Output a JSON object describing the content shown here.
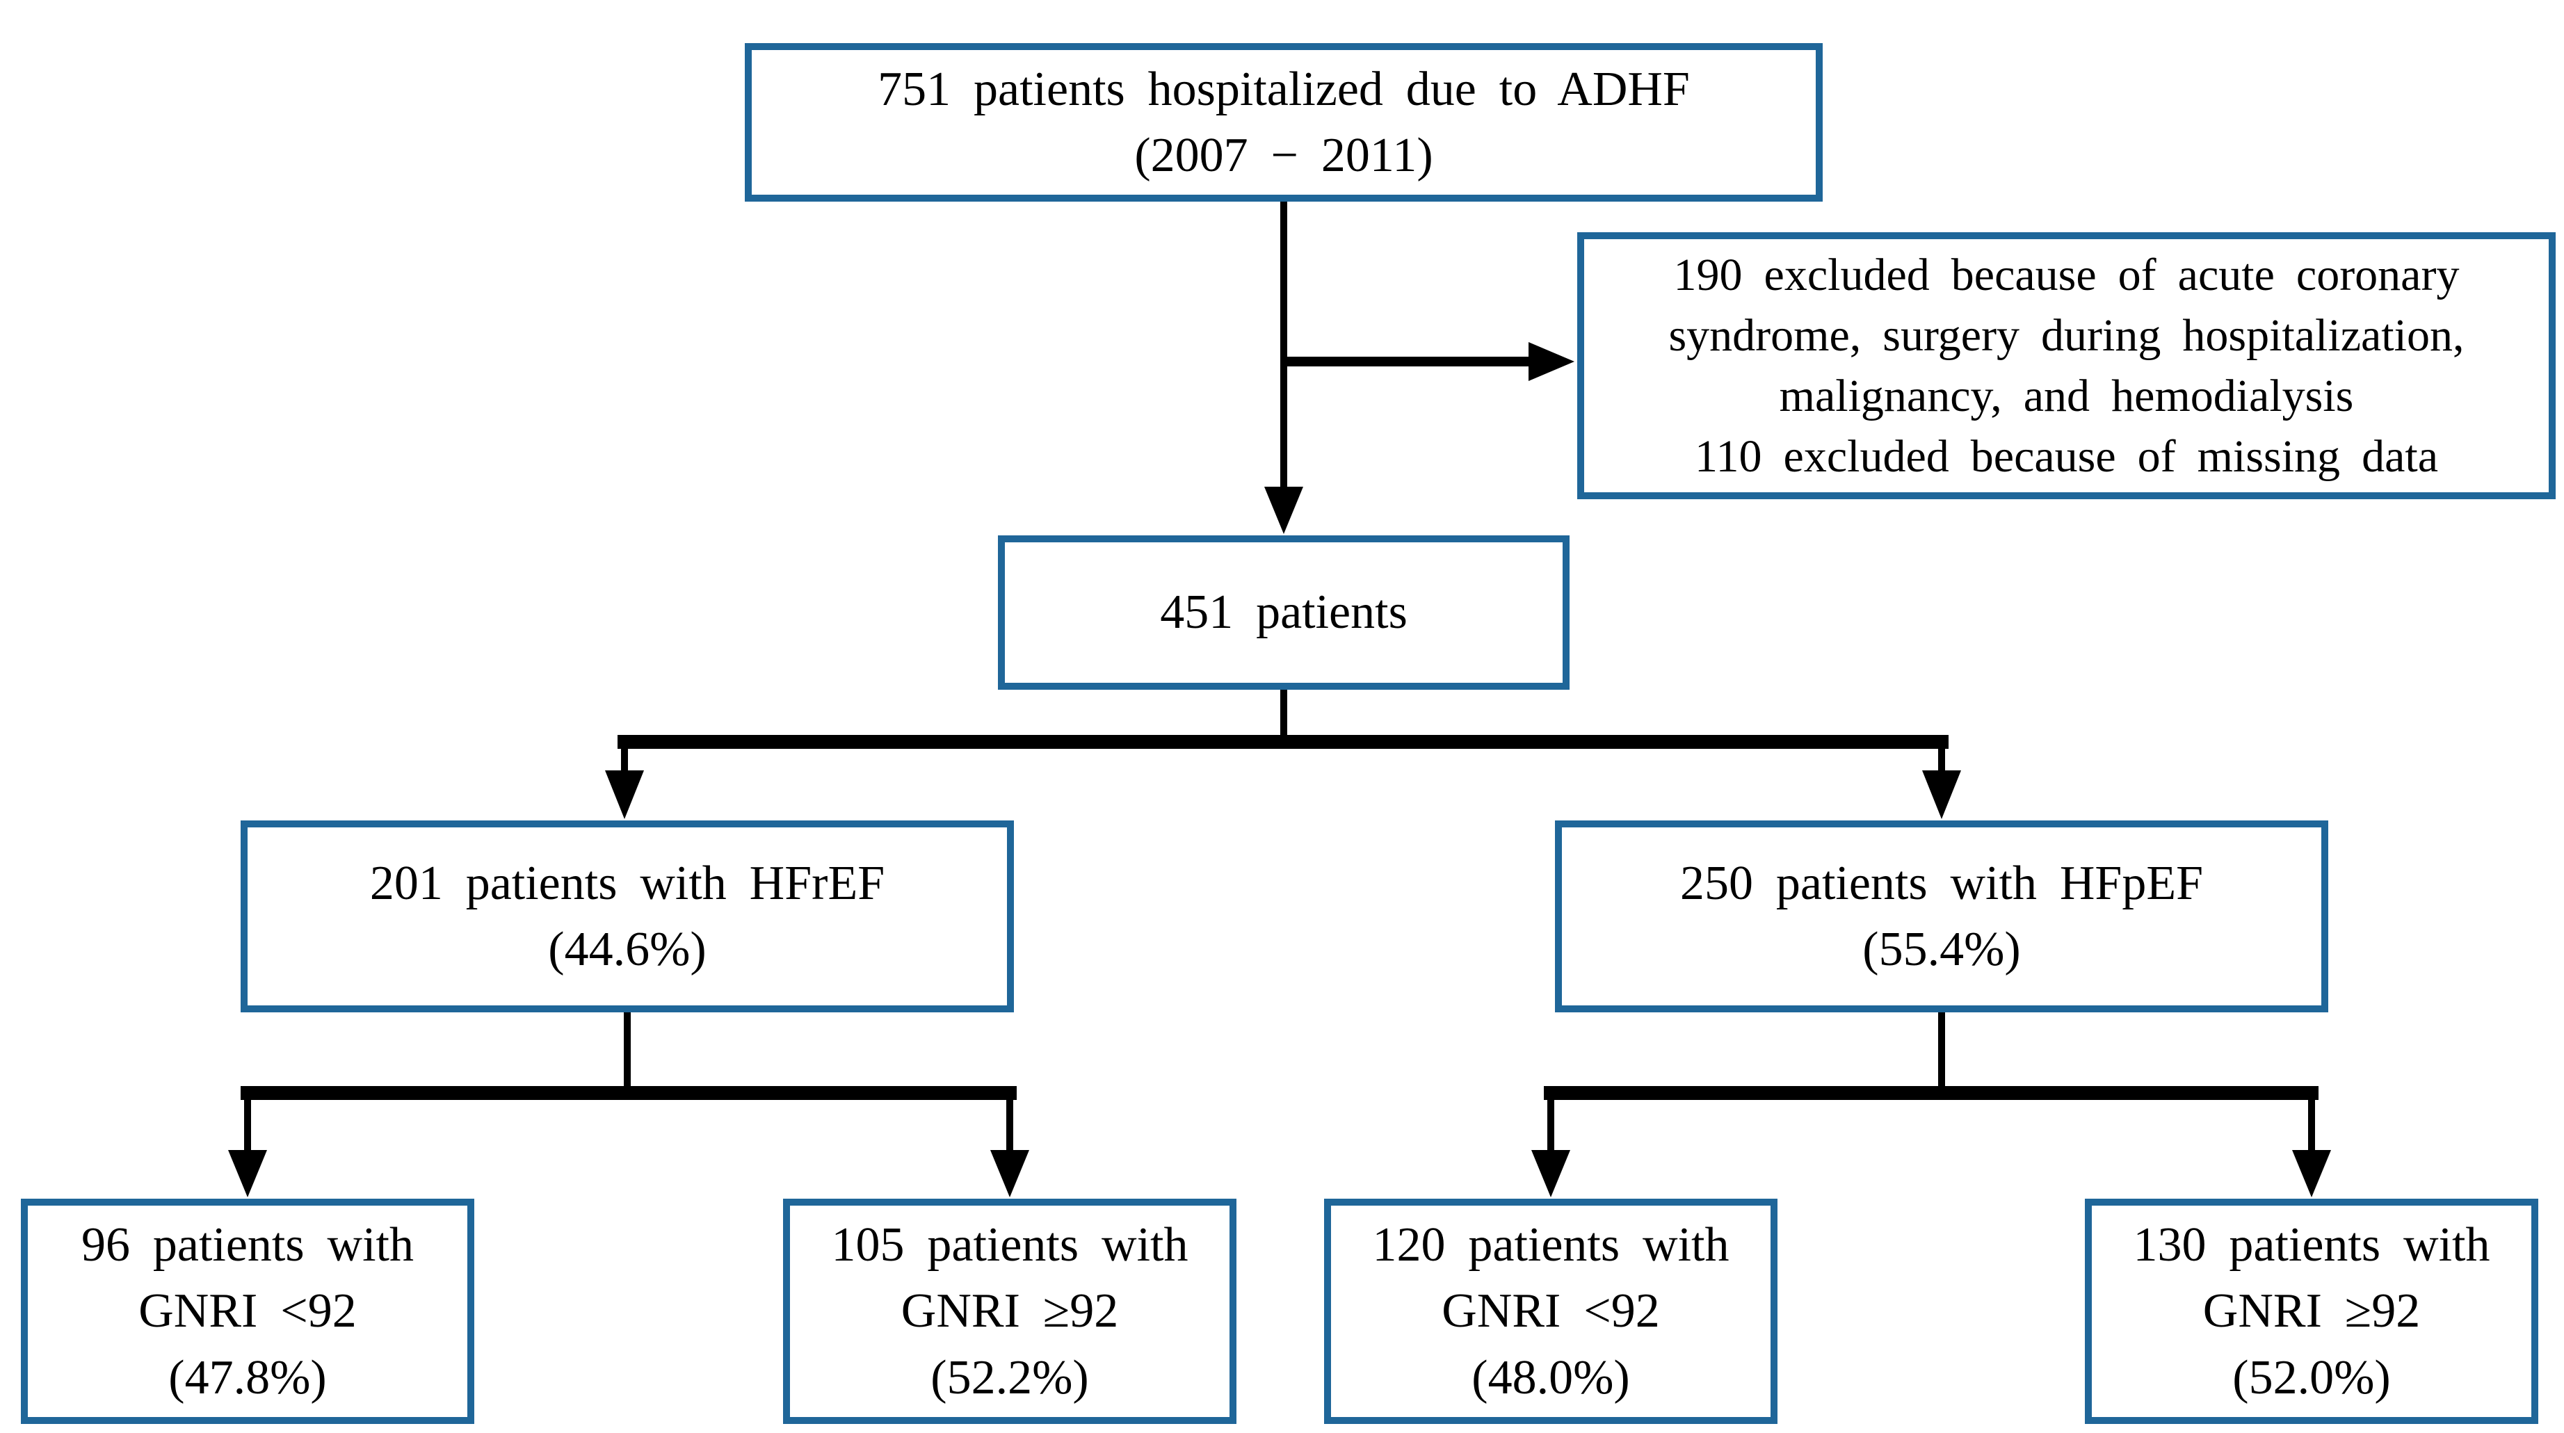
{
  "colors": {
    "box_border": "#1F6699",
    "connector": "#000000",
    "text": "#000000",
    "background": "#FFFFFF"
  },
  "diagram": {
    "type": "patient-flow-chart",
    "nodes": {
      "adhf": {
        "lines": [
          "751 patients hospitalized due to ADHF",
          "(2007 − 2011)"
        ]
      },
      "excluded": {
        "lines": [
          "190 excluded because of acute coronary",
          "syndrome, surgery during hospitalization,",
          "malignancy, and hemodialysis",
          "110 excluded because of missing data"
        ]
      },
      "eligible": {
        "lines": [
          "451 patients"
        ]
      },
      "hfref": {
        "lines": [
          "201 patients with HFrEF",
          "(44.6%)"
        ]
      },
      "hfpef": {
        "lines": [
          "250 patients with HFpEF",
          "(55.4%)"
        ]
      },
      "hfref_gnri_low": {
        "lines": [
          "96 patients with",
          "GNRI <92",
          "(47.8%)"
        ]
      },
      "hfref_gnri_high": {
        "lines": [
          "105 patients with",
          "GNRI ≥92",
          "(52.2%)"
        ]
      },
      "hfpef_gnri_low": {
        "lines": [
          "120 patients with",
          "GNRI <92",
          "(48.0%)"
        ]
      },
      "hfpef_gnri_high": {
        "lines": [
          "130 patients with",
          "GNRI ≥92",
          "(52.0%)"
        ]
      }
    }
  }
}
